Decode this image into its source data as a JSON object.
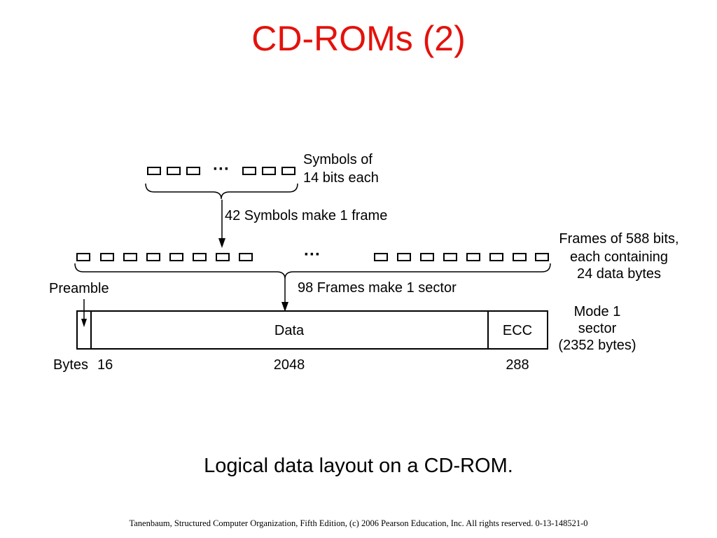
{
  "slide": {
    "title": "CD-ROMs (2)",
    "title_color": "#e3120b",
    "caption": "Logical data layout on a CD-ROM.",
    "footer": "Tanenbaum, Structured Computer Organization, Fifth Edition, (c) 2006 Pearson Education, Inc. All rights reserved. 0-13-148521-0"
  },
  "diagram": {
    "ellipsis": "···",
    "symbols_label": [
      "Symbols of",
      "14 bits each"
    ],
    "frame_rule": "42 Symbols make 1 frame",
    "frames_label": [
      "Frames of 588 bits,",
      "each containing",
      "24 data bytes"
    ],
    "sector_rule": "98 Frames make 1 sector",
    "preamble": "Preamble",
    "sector_fields": {
      "data": "Data",
      "ecc": "ECC"
    },
    "sector_label": [
      "Mode 1",
      "sector",
      "(2352 bytes)"
    ],
    "byte_counts": {
      "prefix": "Bytes",
      "preamble": "16",
      "data": "2048",
      "ecc": "288"
    }
  }
}
